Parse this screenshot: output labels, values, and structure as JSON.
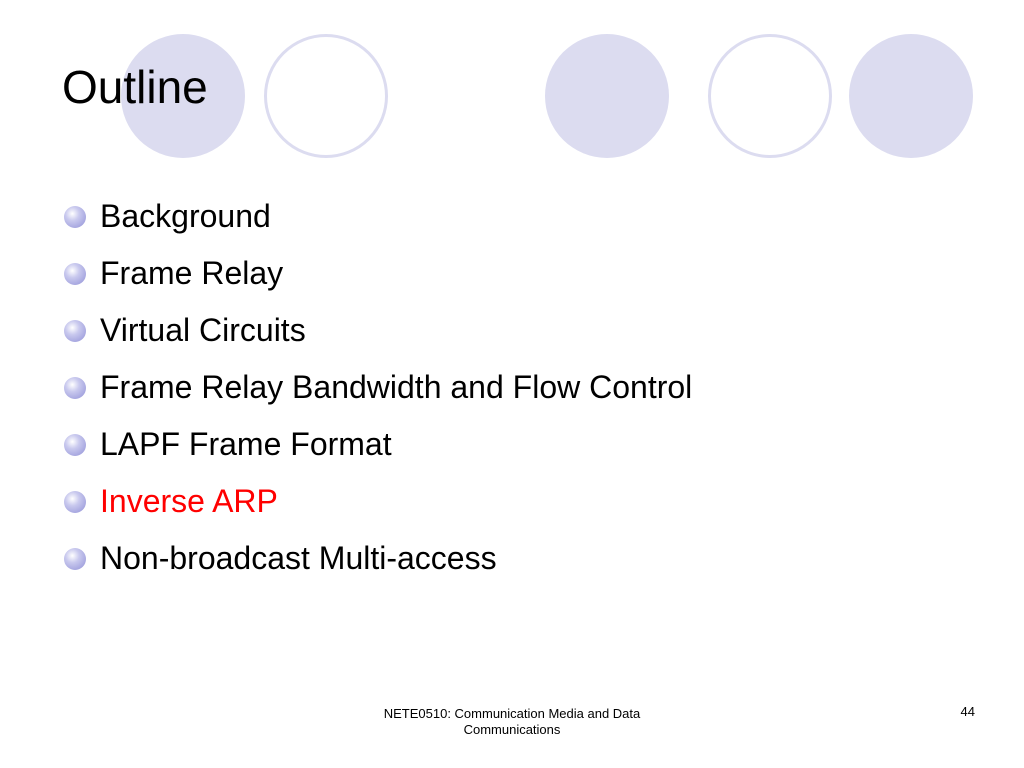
{
  "slide": {
    "title": "Outline",
    "decoration_color": "#dcdcf0",
    "highlight_color": "#ff0000",
    "bullets": [
      {
        "label": "Background"
      },
      {
        "label": "Frame Relay"
      },
      {
        "label": "Virtual Circuits"
      },
      {
        "label": "Frame Relay Bandwidth and Flow Control"
      },
      {
        "label": "LAPF Frame Format"
      },
      {
        "label": "Inverse ARP",
        "highlighted": true
      },
      {
        "label": "Non-broadcast Multi-access"
      }
    ],
    "footer": {
      "line1": "NETE0510: Communication Media and Data",
      "line2": "Communications"
    },
    "page_number": "44"
  }
}
